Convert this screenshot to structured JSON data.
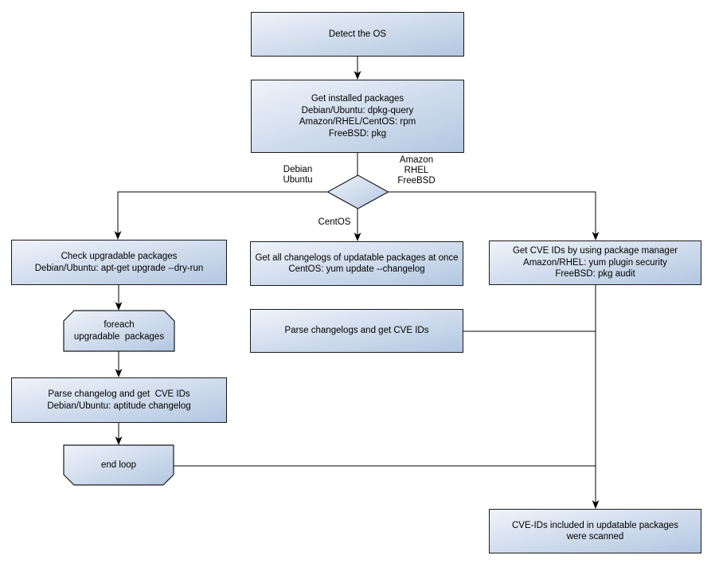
{
  "flowchart": {
    "nodes": {
      "detect_os": {
        "label": "Detect the OS"
      },
      "get_installed": {
        "label": "Get installed packages\nDebian/Ubuntu: dpkg-query\nAmazon/RHEL/CentOS: rpm\nFreeBSD: pkg"
      },
      "check_upgradable": {
        "label": "Check upgradable packages\nDebian/Ubuntu: apt-get upgrade --dry-run"
      },
      "foreach_loop": {
        "label": "foreach\nupgradable  packages"
      },
      "parse_changelog_debian": {
        "label": "Parse changelog and get  CVE IDs\nDebian/Ubuntu: aptitude changelog"
      },
      "end_loop": {
        "label": "end loop"
      },
      "get_all_changelogs": {
        "label": "Get all changelogs of updatable packages at once\nCentOS: yum update --changelog"
      },
      "parse_changelogs": {
        "label": "Parse changelogs and get CVE IDs"
      },
      "get_cve_pkg_manager": {
        "label": "Get CVE IDs by using package manager\nAmazon/RHEL: yum plugin security\nFreeBSD: pkg audit"
      },
      "cve_scanned": {
        "label": "CVE-IDs included in updatable packages\nwere scanned"
      }
    },
    "edge_labels": {
      "debian_ubuntu": "Debian\nUbuntu",
      "amazon_rhel_freebsd": "Amazon\nRHEL\nFreeBSD",
      "centos": "CentOS"
    }
  },
  "colors": {
    "background": "#ffffff",
    "text": "#000000",
    "node_border": "#1a1a1a",
    "node_gradient_start": "#eff3fa",
    "node_gradient_end": "#b3c7e1",
    "connector": "#000000"
  }
}
